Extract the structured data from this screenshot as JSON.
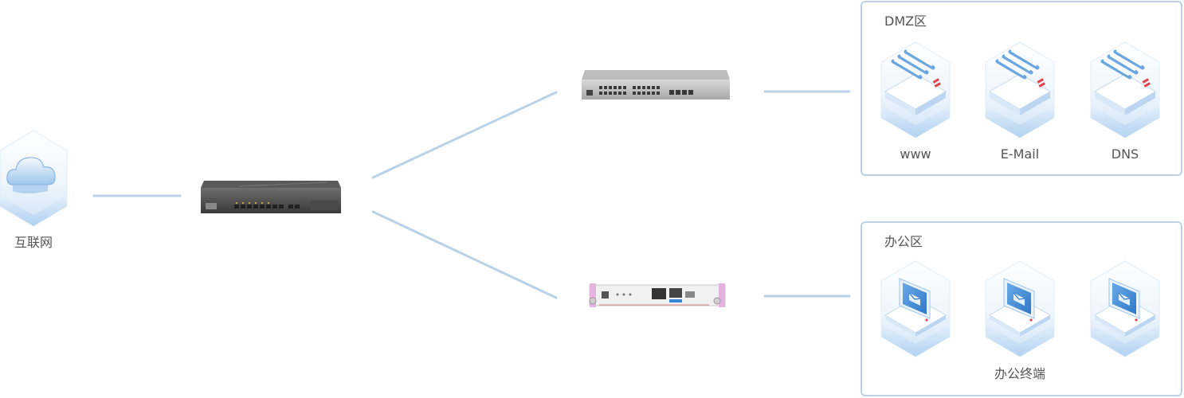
{
  "nodes": {
    "internet": {
      "label": "互联网",
      "icon": "cloud-icon"
    },
    "gateway": {
      "icon": "gateway-device-icon"
    },
    "switch": {
      "icon": "switch-icon"
    },
    "module": {
      "icon": "network-module-icon"
    }
  },
  "zones": {
    "dmz": {
      "title": "DMZ区",
      "servers": [
        {
          "label": "www",
          "icon": "server-icon"
        },
        {
          "label": "E-Mail",
          "icon": "server-icon"
        },
        {
          "label": "DNS",
          "icon": "server-icon"
        }
      ]
    },
    "office": {
      "title": "办公区",
      "terminals_label": "办公终端",
      "terminals": [
        {
          "icon": "laptop-icon"
        },
        {
          "icon": "laptop-icon"
        },
        {
          "icon": "laptop-icon"
        }
      ]
    }
  },
  "colors": {
    "line": "#b9d2e8",
    "border": "#bcd1e6",
    "accent": "#3a86d6",
    "text": "#555555"
  }
}
